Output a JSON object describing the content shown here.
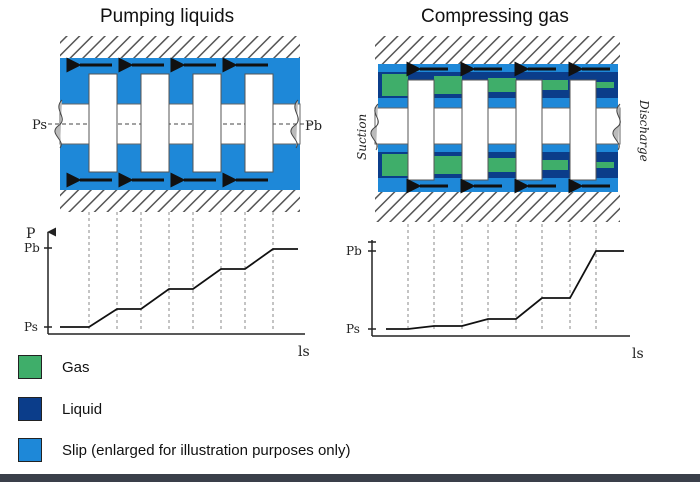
{
  "titles": {
    "left": "Pumping liquids",
    "right": "Compressing gas"
  },
  "left_panel": {
    "inlet_label": "Ps",
    "outlet_label": "Pb"
  },
  "right_panel": {
    "suction_label": "Suction",
    "discharge_label": "Discharge"
  },
  "left_graph": {
    "y_axis_label": "P",
    "y_top_tick": "Pb",
    "y_bottom_tick": "Ps",
    "x_axis_label": "ls"
  },
  "right_graph": {
    "y_top_tick": "Pb",
    "y_bottom_tick": "Ps",
    "x_axis_label": "ls"
  },
  "legend": [
    {
      "label": "Gas",
      "color": "#3fae6a"
    },
    {
      "label": "Liquid",
      "color": "#0b3d8a"
    },
    {
      "label": "Slip (enlarged for illustration purposes only)",
      "color": "#1e88d8"
    }
  ],
  "colors": {
    "slip": "#1e88d8",
    "liquid": "#0b3d8a",
    "gas": "#3fae6a",
    "casing_hatch": "#555555"
  }
}
